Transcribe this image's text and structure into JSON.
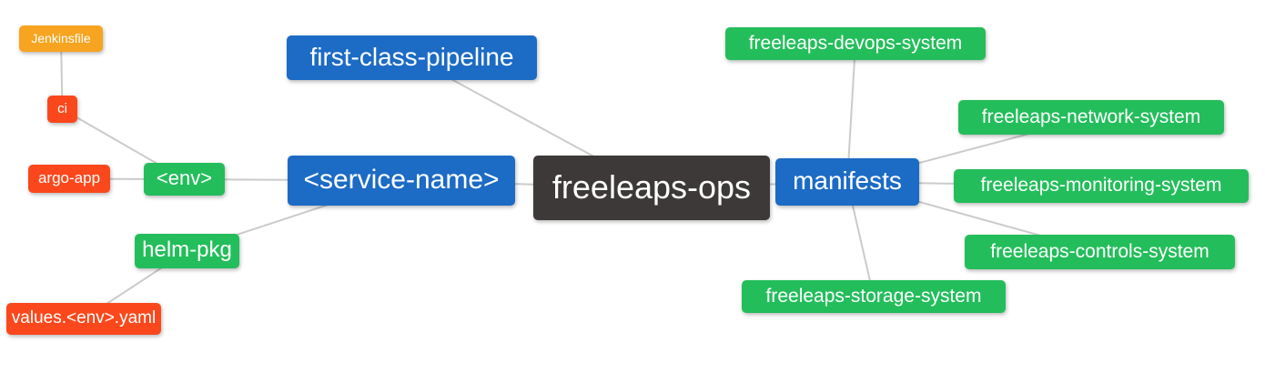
{
  "diagram": {
    "title": "freeleaps-ops mind map",
    "background_color": "#FFFFFF",
    "edge_color": "#CBCBCB",
    "palette": {
      "blue": "#1C6BC5",
      "green": "#23BE5B",
      "red": "#FA481C",
      "orange": "#F7A420",
      "dark": "#3C3938",
      "text": "#FFFFFF"
    },
    "nodes": [
      {
        "id": "jenkinsfile",
        "label": "Jenkinsfile",
        "color": "orange"
      },
      {
        "id": "ci",
        "label": "ci",
        "color": "red"
      },
      {
        "id": "argo-app",
        "label": "argo-app",
        "color": "red"
      },
      {
        "id": "env",
        "label": "<env>",
        "color": "green"
      },
      {
        "id": "helm-pkg",
        "label": "helm-pkg",
        "color": "green"
      },
      {
        "id": "values-env-yaml",
        "label": "values.<env>.yaml",
        "color": "red"
      },
      {
        "id": "first-class-pipeline",
        "label": "first-class-pipeline",
        "color": "blue"
      },
      {
        "id": "service-name",
        "label": "<service-name>",
        "color": "blue"
      },
      {
        "id": "freeleaps-ops",
        "label": "freeleaps-ops",
        "color": "dark"
      },
      {
        "id": "manifests",
        "label": "manifests",
        "color": "blue"
      },
      {
        "id": "freeleaps-devops-system",
        "label": "freeleaps-devops-system",
        "color": "green"
      },
      {
        "id": "freeleaps-network-system",
        "label": "freeleaps-network-system",
        "color": "green"
      },
      {
        "id": "freeleaps-monitoring-system",
        "label": "freeleaps-monitoring-system",
        "color": "green"
      },
      {
        "id": "freeleaps-controls-system",
        "label": "freeleaps-controls-system",
        "color": "green"
      },
      {
        "id": "freeleaps-storage-system",
        "label": "freeleaps-storage-system",
        "color": "green"
      }
    ],
    "edges": [
      [
        "jenkinsfile",
        "ci"
      ],
      [
        "ci",
        "env"
      ],
      [
        "argo-app",
        "env"
      ],
      [
        "env",
        "service-name"
      ],
      [
        "helm-pkg",
        "service-name"
      ],
      [
        "values-env-yaml",
        "helm-pkg"
      ],
      [
        "first-class-pipeline",
        "freeleaps-ops"
      ],
      [
        "service-name",
        "freeleaps-ops"
      ],
      [
        "freeleaps-ops",
        "manifests"
      ],
      [
        "manifests",
        "freeleaps-devops-system"
      ],
      [
        "manifests",
        "freeleaps-network-system"
      ],
      [
        "manifests",
        "freeleaps-monitoring-system"
      ],
      [
        "manifests",
        "freeleaps-controls-system"
      ],
      [
        "manifests",
        "freeleaps-storage-system"
      ]
    ]
  }
}
